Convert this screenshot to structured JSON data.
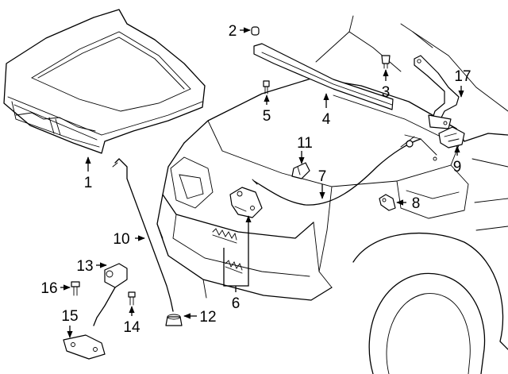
{
  "diagram": {
    "callouts": [
      {
        "id": "1",
        "label": "1"
      },
      {
        "id": "2",
        "label": "2"
      },
      {
        "id": "3",
        "label": "3"
      },
      {
        "id": "4",
        "label": "4"
      },
      {
        "id": "5",
        "label": "5"
      },
      {
        "id": "6",
        "label": "6"
      },
      {
        "id": "7",
        "label": "7"
      },
      {
        "id": "8",
        "label": "8"
      },
      {
        "id": "9",
        "label": "9"
      },
      {
        "id": "10",
        "label": "10"
      },
      {
        "id": "11",
        "label": "11"
      },
      {
        "id": "12",
        "label": "12"
      },
      {
        "id": "13",
        "label": "13"
      },
      {
        "id": "14",
        "label": "14"
      },
      {
        "id": "15",
        "label": "15"
      },
      {
        "id": "16",
        "label": "16"
      },
      {
        "id": "17",
        "label": "17"
      }
    ]
  }
}
